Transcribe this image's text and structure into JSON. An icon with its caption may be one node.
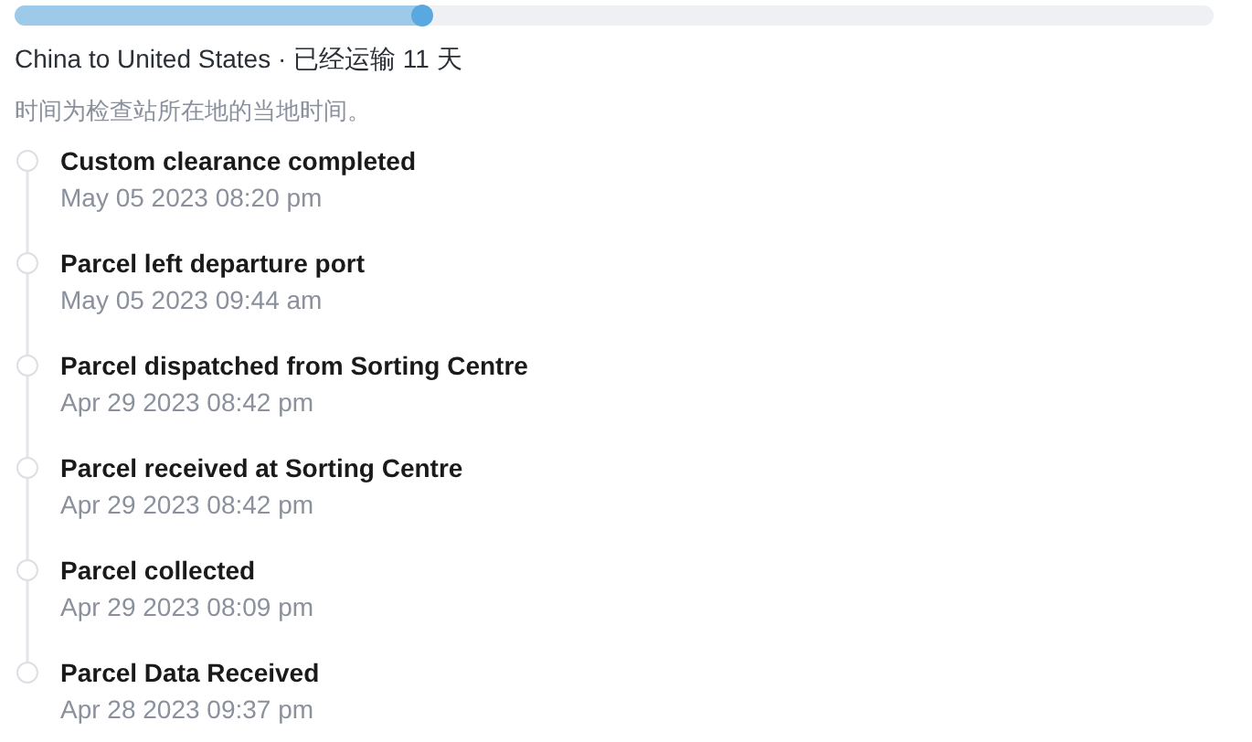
{
  "diagram": {
    "nodes": [
      {
        "text": [],
        "shape": "circle",
        "beside": [
          "Custom clearance completed",
          "May 05 2023 08:20 pm"
        ]
      },
      {
        "text": [],
        "shape": "circle",
        "beside": [
          "Parcel left departure port",
          "May 05 2023 09:44 am"
        ]
      },
      {
        "text": [],
        "shape": "circle",
        "beside": [
          "Parcel dispatched from Sorting Centre",
          "Apr 29 2023 08:42 pm"
        ]
      },
      {
        "text": [],
        "shape": "circle",
        "beside": [
          "Parcel received at Sorting Centre",
          "Apr 29 2023 08:42 pm"
        ]
      },
      {
        "text": [],
        "shape": "circle",
        "beside": [
          "Parcel collected",
          "Apr 29 2023 08:09 pm"
        ]
      },
      {
        "text": [],
        "shape": "circle",
        "beside": [
          "Parcel Data Received",
          "Apr 28 2023 09:37 pm"
        ]
      }
    ],
    "edges": [
      {
        "from": 0,
        "to": 1,
        "arrow": "none"
      },
      {
        "from": 1,
        "to": 2,
        "arrow": "none"
      },
      {
        "from": 2,
        "to": 3,
        "arrow": "none"
      },
      {
        "from": 3,
        "to": 4,
        "arrow": "none"
      },
      {
        "from": 4,
        "to": 5,
        "arrow": "none"
      }
    ],
    "labels": [
      "China to United States · 已经运输 11 天",
      "时间为检查站所在地的当地时间。"
    ]
  }
}
